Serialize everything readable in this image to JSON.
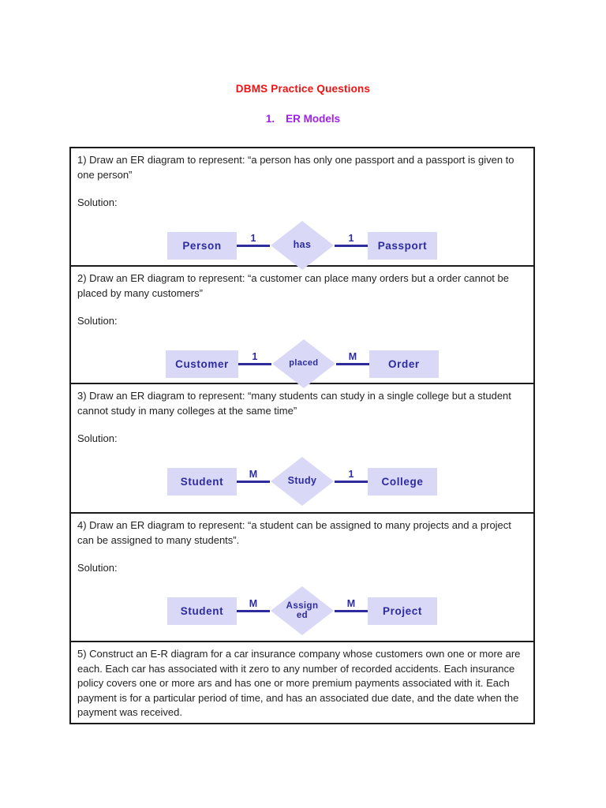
{
  "header": {
    "title": "DBMS Practice Questions",
    "section_number": "1.",
    "section_title": "ER Models"
  },
  "colors": {
    "title_red": "#f01212",
    "section_purple": "#a020f0",
    "diagram_fill": "#d9d8f7",
    "diagram_ink": "#2d2b9e",
    "border": "#1c1c1c"
  },
  "questions": [
    {
      "text": "1) Draw an ER diagram to represent: “a person has only one passport and a passport is given to one person”",
      "solution_label": "Solution:",
      "diagram": {
        "left_entity": "Person",
        "left_cardinality": "1",
        "relationship": "has",
        "right_cardinality": "1",
        "right_entity": "Passport"
      }
    },
    {
      "text": "2) Draw an ER diagram to represent: “a customer can place many orders but a order cannot be placed by many customers”",
      "solution_label": "Solution:",
      "diagram": {
        "left_entity": "Customer",
        "left_cardinality": "1",
        "relationship": "placed",
        "right_cardinality": "M",
        "right_entity": "Order"
      }
    },
    {
      "text": "3) Draw an ER diagram to represent: “many students can study in a single college but a student cannot study in many colleges at the same time”",
      "solution_label": "Solution:",
      "diagram": {
        "left_entity": "Student",
        "left_cardinality": "M",
        "relationship": "Study",
        "right_cardinality": "1",
        "right_entity": "College"
      }
    },
    {
      "text": "4) Draw an ER diagram to represent: “a student can be assigned to many projects and a project can be assigned to many students”.",
      "solution_label": "Solution:",
      "diagram": {
        "left_entity": "Student",
        "left_cardinality": "M",
        "relationship": "Assign ed",
        "right_cardinality": "M",
        "right_entity": "Project"
      }
    },
    {
      "text": "5) Construct an E-R diagram for a car insurance company whose customers own one or more are each. Each car has associated with it zero to any number of recorded accidents. Each insurance policy covers one or more ars and has one or more premium payments associated with it. Each payment is for a particular period of time, and has an associated due date, and the date when the payment was received.",
      "solution_label": ""
    }
  ]
}
